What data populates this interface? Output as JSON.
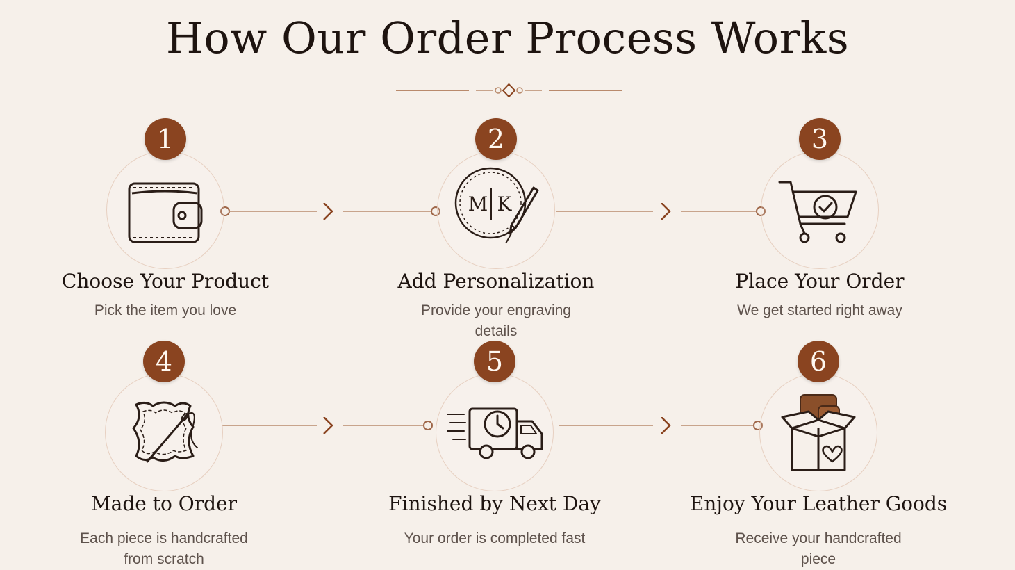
{
  "title": "How Our Order Process Works",
  "colors": {
    "accent": "#8a4420",
    "line": "#b98a6c",
    "background": "#f6f0ea"
  },
  "steps": [
    {
      "number": "1",
      "name": "Choose Your Product",
      "description": "Pick the item you love",
      "icon": "wallet-icon"
    },
    {
      "number": "2",
      "name": "Add Personalization",
      "description": "Provide your engraving details",
      "icon": "monogram-pen-icon",
      "monogram": [
        "M",
        "K"
      ]
    },
    {
      "number": "3",
      "name": "Place Your Order",
      "description": "We get started right away",
      "icon": "cart-check-icon"
    },
    {
      "number": "4",
      "name": "Made to Order",
      "description": "Each piece is handcrafted from scratch",
      "icon": "leather-needle-icon"
    },
    {
      "number": "5",
      "name": "Finished by Next Day",
      "description": "Your order is completed fast",
      "icon": "delivery-truck-icon"
    },
    {
      "number": "6",
      "name": "Enjoy Your Leather Goods",
      "description": "Receive your handcrafted piece",
      "icon": "gift-box-icon"
    }
  ]
}
